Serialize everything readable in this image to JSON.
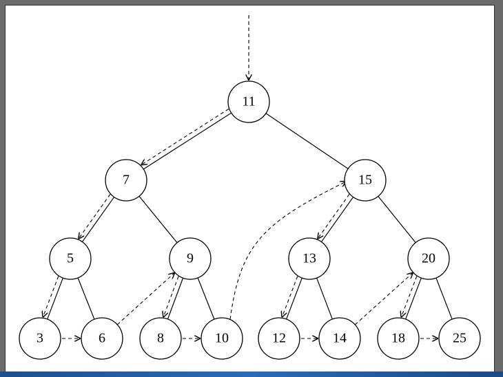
{
  "diagram": {
    "nodes": [
      {
        "id": "n11",
        "label": "11"
      },
      {
        "id": "n7",
        "label": "7"
      },
      {
        "id": "n15",
        "label": "15"
      },
      {
        "id": "n5",
        "label": "5"
      },
      {
        "id": "n9",
        "label": "9"
      },
      {
        "id": "n13",
        "label": "13"
      },
      {
        "id": "n20",
        "label": "20"
      },
      {
        "id": "n3",
        "label": "3"
      },
      {
        "id": "n6",
        "label": "6"
      },
      {
        "id": "n8",
        "label": "8"
      },
      {
        "id": "n10",
        "label": "10"
      },
      {
        "id": "n12",
        "label": "12"
      },
      {
        "id": "n14",
        "label": "14"
      },
      {
        "id": "n18",
        "label": "18"
      },
      {
        "id": "n25",
        "label": "25"
      }
    ],
    "tree_edges": [
      [
        "n11",
        "n7"
      ],
      [
        "n11",
        "n15"
      ],
      [
        "n7",
        "n5"
      ],
      [
        "n7",
        "n9"
      ],
      [
        "n15",
        "n13"
      ],
      [
        "n15",
        "n20"
      ],
      [
        "n5",
        "n3"
      ],
      [
        "n5",
        "n6"
      ],
      [
        "n9",
        "n8"
      ],
      [
        "n9",
        "n10"
      ],
      [
        "n13",
        "n12"
      ],
      [
        "n13",
        "n14"
      ],
      [
        "n20",
        "n18"
      ],
      [
        "n20",
        "n25"
      ]
    ],
    "traversal_arrows": [
      [
        "start",
        "n11"
      ],
      [
        "n11",
        "n7"
      ],
      [
        "n7",
        "n5"
      ],
      [
        "n5",
        "n3"
      ],
      [
        "n3",
        "n6"
      ],
      [
        "n6",
        "n9"
      ],
      [
        "n9",
        "n8"
      ],
      [
        "n8",
        "n10"
      ],
      [
        "n10",
        "n15"
      ],
      [
        "n15",
        "n13"
      ],
      [
        "n13",
        "n12"
      ],
      [
        "n12",
        "n14"
      ],
      [
        "n14",
        "n20"
      ],
      [
        "n20",
        "n18"
      ],
      [
        "n18",
        "n25"
      ]
    ]
  }
}
